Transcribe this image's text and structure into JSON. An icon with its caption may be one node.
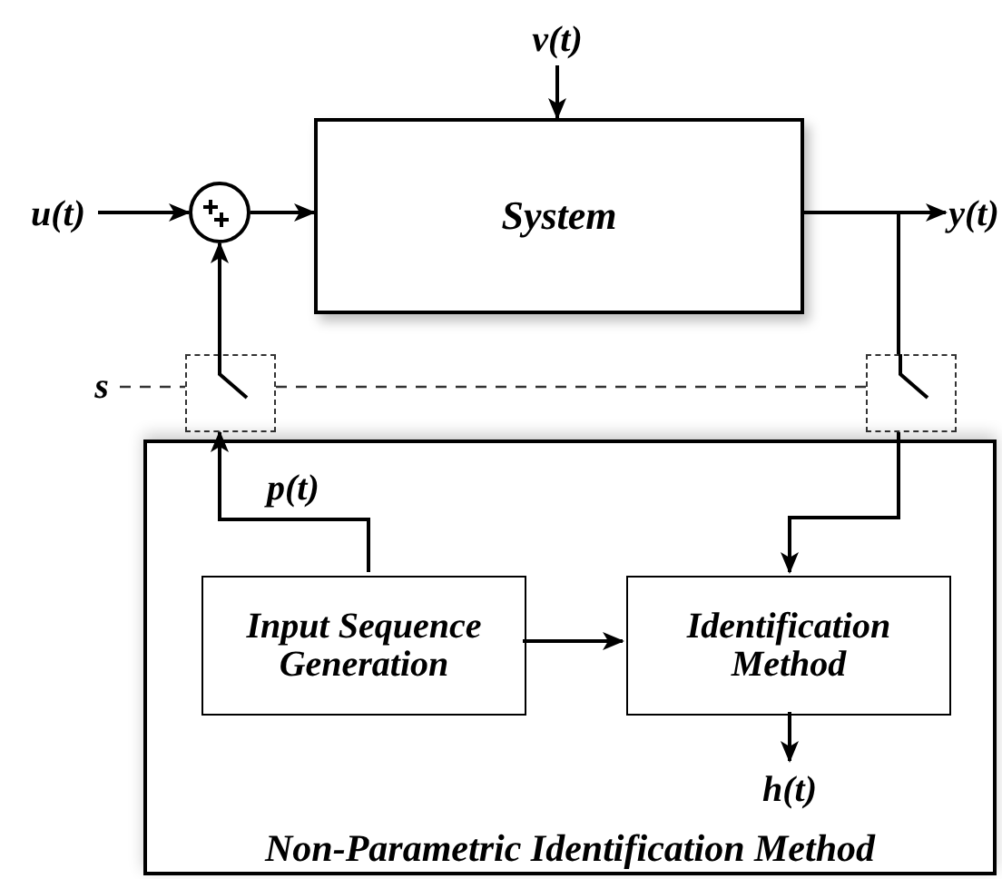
{
  "diagram": {
    "nodes": [
      {
        "text": [
          "u(t)"
        ]
      },
      {
        "text": [],
        "shape": "circle"
      },
      {
        "text": [
          "System"
        ]
      },
      {
        "text": [
          "v(t)"
        ]
      },
      {
        "text": [
          "y(t)"
        ]
      },
      {
        "text": [],
        "shape": "switch"
      },
      {
        "text": [],
        "shape": "switch"
      },
      {
        "text": [
          "s"
        ]
      },
      {
        "text": [
          "Non-Parametric Identification Method"
        ]
      },
      {
        "text": [
          "Input Sequence Generation"
        ],
        "in": 8
      },
      {
        "text": [
          "Identification Method"
        ],
        "in": 8
      },
      {
        "text": [
          "h(t)"
        ],
        "in": 8
      }
    ],
    "edges": [
      {
        "from": 0,
        "to": 1,
        "arrow": "to"
      },
      {
        "from": 1,
        "to": 2,
        "arrow": "to"
      },
      {
        "from": 3,
        "to": 2,
        "arrow": "to"
      },
      {
        "from": 2,
        "to": 4,
        "arrow": "to"
      },
      {
        "from": 2,
        "to": 6,
        "arrow": "none"
      },
      {
        "from": 6,
        "to": 10,
        "arrow": "to"
      },
      {
        "from": 9,
        "to": 5,
        "arrow": "to",
        "label": "p(t)"
      },
      {
        "from": 5,
        "to": 1,
        "arrow": "to"
      },
      {
        "from": 9,
        "to": 10,
        "arrow": "to"
      },
      {
        "from": 10,
        "to": 11,
        "arrow": "to"
      },
      {
        "from": 7,
        "to": 5,
        "arrow": "none",
        "style": "dashed"
      },
      {
        "from": 5,
        "to": 6,
        "arrow": "none",
        "style": "dashed"
      }
    ]
  }
}
